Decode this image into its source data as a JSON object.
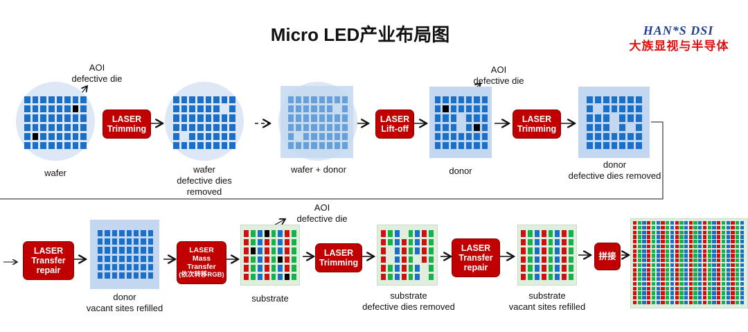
{
  "title": "Micro LED产业布局图",
  "logo": {
    "en": "HAN*S DSI",
    "cn": "大族显视与半导体"
  },
  "colors": {
    "laser_box": "#c00000",
    "die_blue": "#1a6fc9",
    "defect": "#000000",
    "red": "#d01010",
    "green": "#18b04a",
    "blue": "#1a6fc9"
  },
  "row1": {
    "wafer": "wafer",
    "aoi1": "AOI",
    "aoi1_sub": "defective die",
    "step1": "LASER Trimming",
    "wafer_removed": [
      "wafer",
      "defective dies",
      "removed"
    ],
    "wafer_donor": "wafer + donor",
    "step2": "LASER Lift-off",
    "aoi2": "AOI",
    "aoi2_sub": "defective die",
    "donor": "donor",
    "step3": "LASER Trimming",
    "donor_removed": [
      "donor",
      "defective dies removed"
    ]
  },
  "row2": {
    "step4": "LASER Transfer repair",
    "donor_refilled": [
      "donor",
      "vacant sites refilled"
    ],
    "step5": [
      "LASER",
      "Mass",
      "Transfer",
      "(依次转移RGB)"
    ],
    "aoi3": "AOI",
    "aoi3_sub": "defective die",
    "substrate": "substrate",
    "step6": "LASER Trimming",
    "substrate_removed": [
      "substrate",
      "defective dies removed"
    ],
    "step7": "LASER Transfer repair",
    "substrate_refilled": [
      "substrate",
      "vacant sites refilled"
    ],
    "step8": "拼接"
  }
}
